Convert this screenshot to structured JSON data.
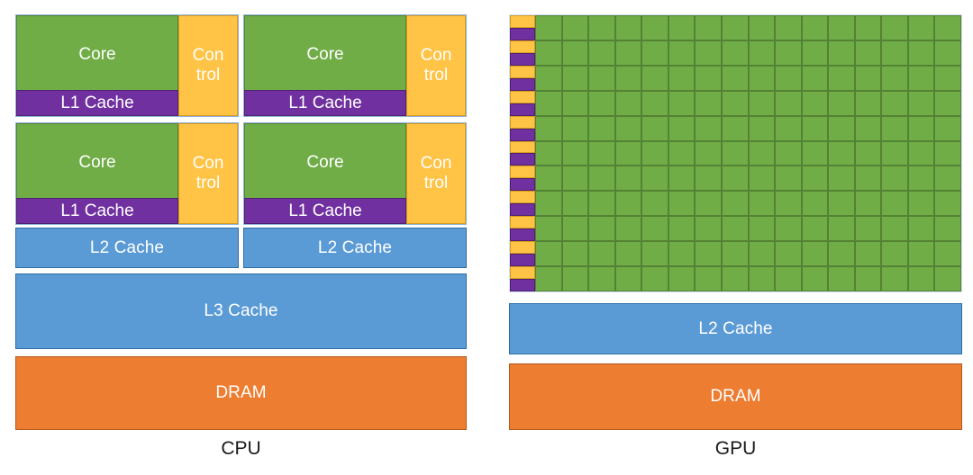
{
  "diagram": {
    "title_cpu": "CPU",
    "title_gpu": "GPU",
    "colors": {
      "core_green": "#70ad47",
      "l1_purple": "#7030a0",
      "control_yellow": "#ffc345",
      "cache_blue": "#5b9bd5",
      "dram_orange": "#ed7d31",
      "text_white": "#ffffff",
      "caption_black": "#1a1a1a",
      "background": "#ffffff"
    }
  },
  "cpu": {
    "caption": "CPU",
    "cores": [
      {
        "core_label": "Core",
        "l1_label": "L1 Cache",
        "control_line1": "Con",
        "control_line2": "trol"
      },
      {
        "core_label": "Core",
        "l1_label": "L1 Cache",
        "control_line1": "Con",
        "control_line2": "trol"
      },
      {
        "core_label": "Core",
        "l1_label": "L1 Cache",
        "control_line1": "Con",
        "control_line2": "trol"
      },
      {
        "core_label": "Core",
        "l1_label": "L1 Cache",
        "control_line1": "Con",
        "control_line2": "trol"
      }
    ],
    "l2_caches": [
      {
        "label": "L2 Cache"
      },
      {
        "label": "L2 Cache"
      }
    ],
    "l3_cache": {
      "label": "L3  Cache"
    },
    "dram": {
      "label": "DRAM"
    }
  },
  "gpu": {
    "caption": "GPU",
    "grid": {
      "rows": 11,
      "columns": 16,
      "cell_color": "#70ad47",
      "control_color": "#ffc345",
      "l1_color": "#7030a0"
    },
    "l2_cache": {
      "label": "L2 Cache"
    },
    "dram": {
      "label": "DRAM"
    }
  }
}
